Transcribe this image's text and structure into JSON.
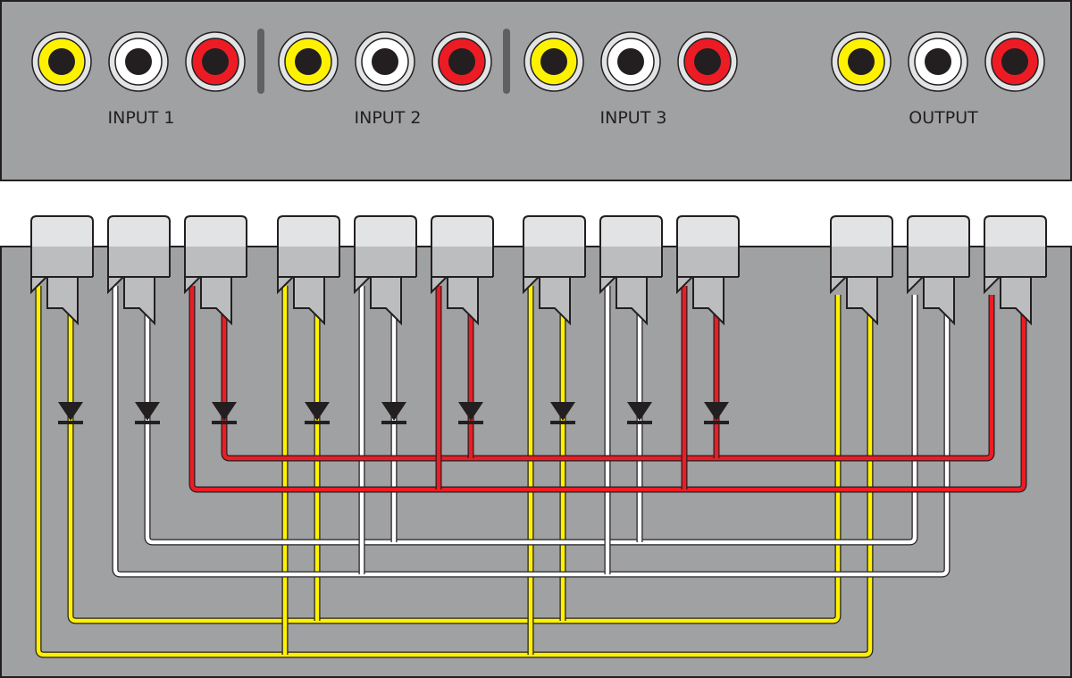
{
  "panel": {
    "groups": [
      {
        "label": "INPUT 1",
        "kind": "input"
      },
      {
        "label": "INPUT 2",
        "kind": "input"
      },
      {
        "label": "INPUT 3",
        "kind": "input"
      },
      {
        "label": "OUTPUT",
        "kind": "output"
      }
    ],
    "channels": [
      "video",
      "audio-left",
      "audio-right"
    ]
  },
  "colors": {
    "panel": "#a0a1a3",
    "outline": "#231f20",
    "separator": "#5f6062",
    "plug_top": "#e2e3e4",
    "plug_body": "#bcbdbf",
    "jack_ring": "#e2e3e4",
    "video": "#fff200",
    "audio-left": "#ffffff",
    "audio-right": "#ed1c24"
  }
}
